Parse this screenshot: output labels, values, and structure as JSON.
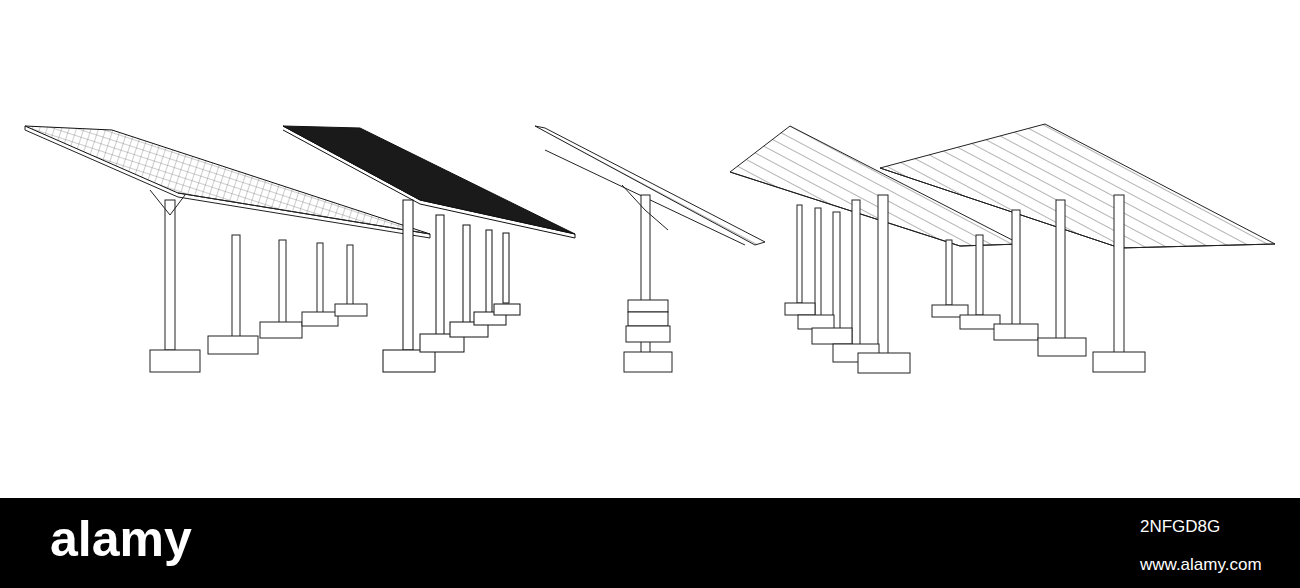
{
  "diagram": {
    "labels": [
      "alamy",
      "2NFGD8G",
      "www.alamy.com"
    ]
  }
}
